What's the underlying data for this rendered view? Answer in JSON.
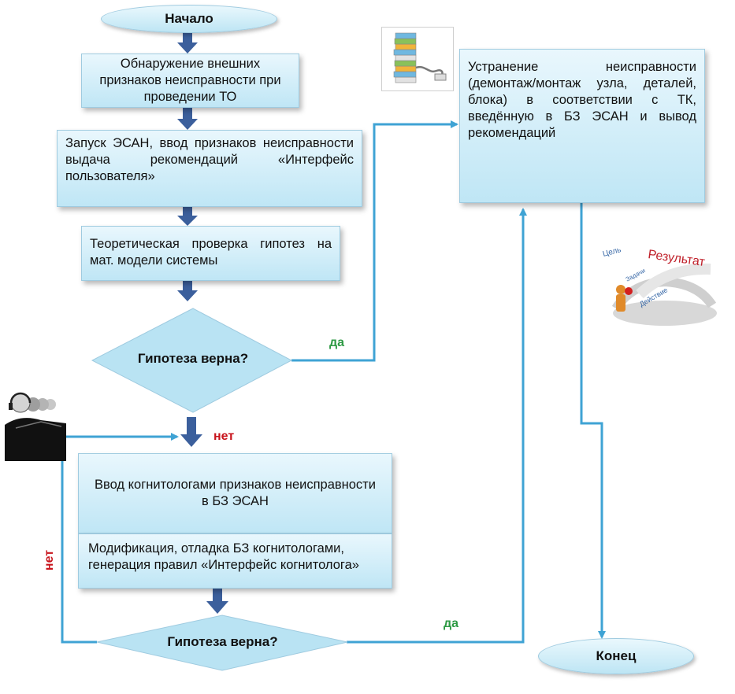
{
  "start": "Начало",
  "end": "Конец",
  "steps": {
    "detect": "Обнаружение внешних признаков неисправности при проведении ТО",
    "launch": "Запуск ЭСАН, ввод признаков неисправности выдача рекомендаций «Интерфейс пользователя»",
    "verify": "Теоретическая проверка гипотез на мат. модели системы",
    "enter": "Ввод когнитологами признаков неисправности в БЗ ЭСАН",
    "modify": "Модификация, отладка БЗ когнитологами, генерация правил «Интерфейс когнитолога»",
    "fix": "Устранение неисправности (демонтаж/монтаж узла, деталей, блока) в соответствии с ТК, введённую в БЗ ЭСАН и вывод рекомендаций"
  },
  "decisions": {
    "first": "Гипотеза верна?",
    "second": "Гипотеза верна?"
  },
  "edges": {
    "yes1": "да",
    "no1": "нет",
    "yes2": "да",
    "no2": "нет"
  },
  "illustration": {
    "words": [
      "Результат",
      "Цель",
      "Задачи",
      "Действие"
    ]
  },
  "colors": {
    "connector": "#3fa3d4",
    "arrow": "#3b5f9c",
    "yes": "#2e9a44",
    "no": "#c8141c"
  }
}
